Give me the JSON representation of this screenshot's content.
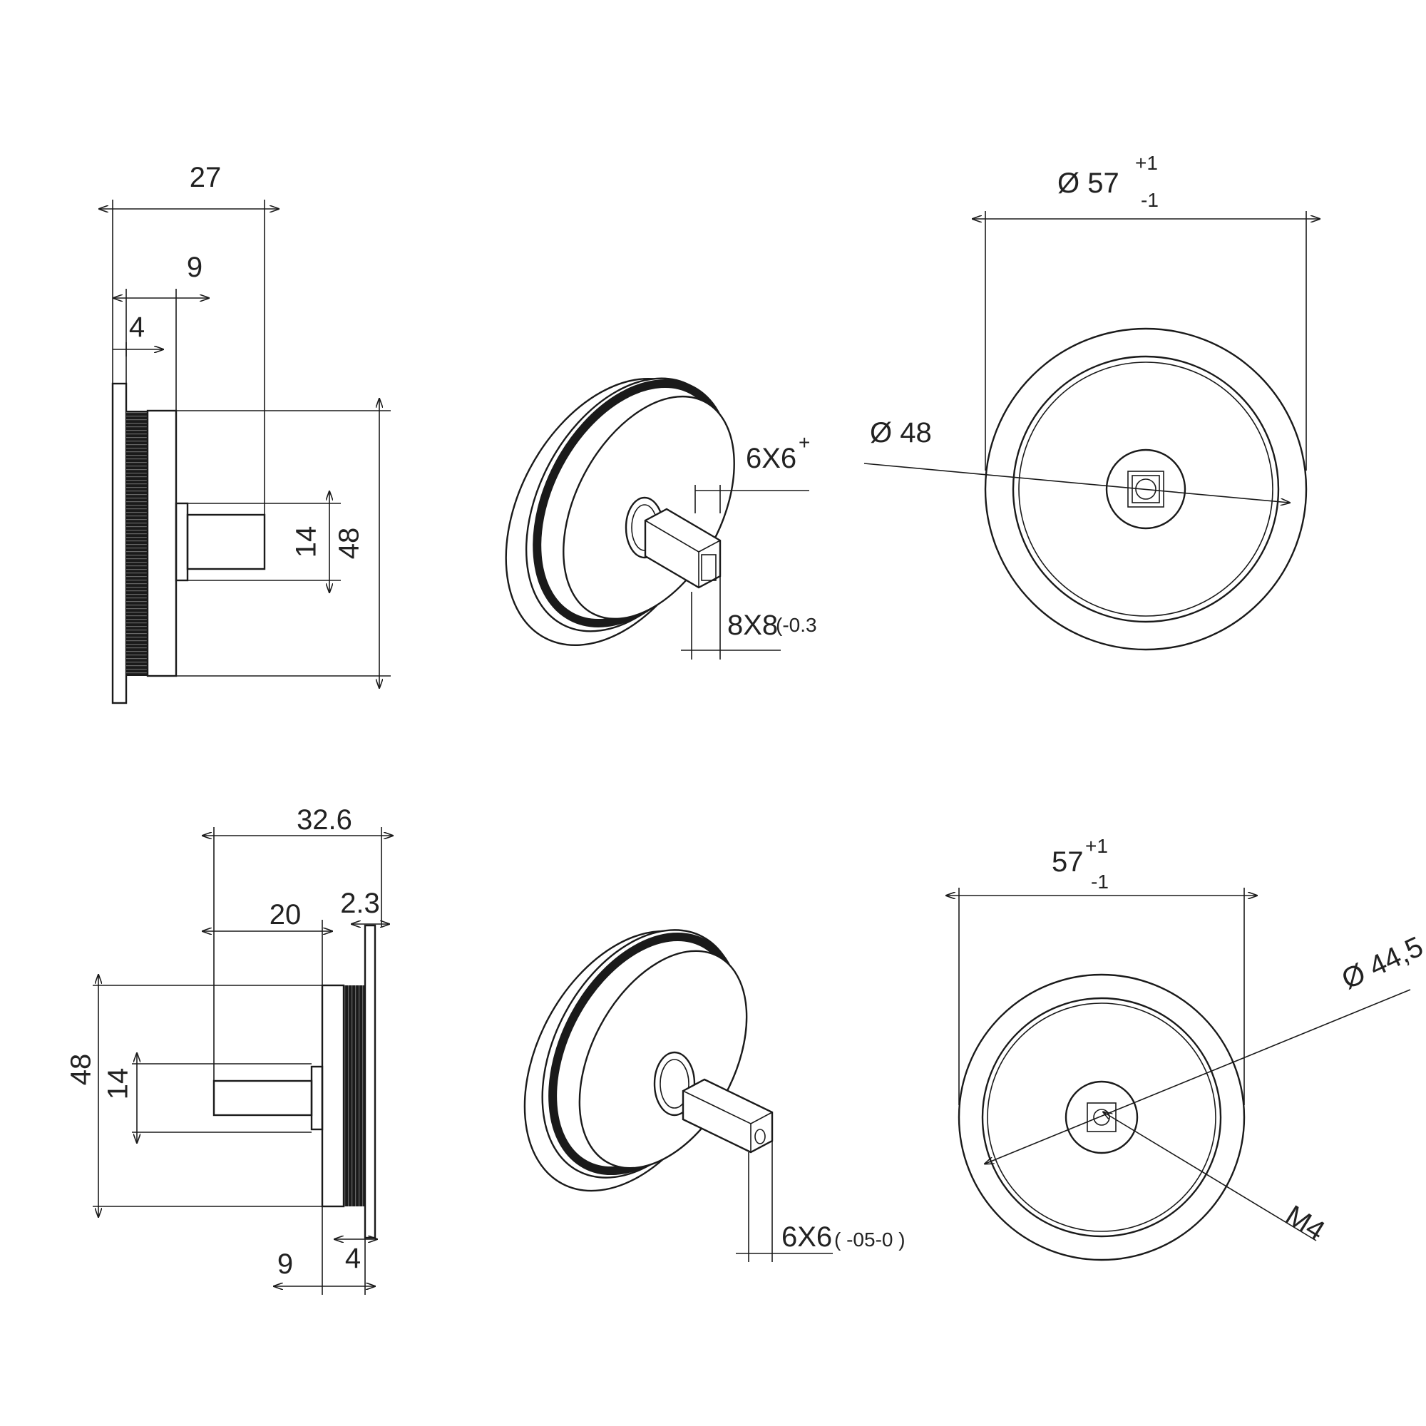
{
  "views": {
    "top_side": {
      "dim_27": "27",
      "dim_9": "9",
      "dim_4": "4",
      "dim_14": "14",
      "dim_48": "48"
    },
    "top_iso": {
      "dim_6x6": "6X6",
      "dim_6x6_tol": "+",
      "dim_8x8": "8X8",
      "dim_8x8_tol": "(-0.3"
    },
    "top_front": {
      "dia_57": "Ø 57",
      "dia_57_tol_plus": "+1",
      "dia_57_tol_minus": "-1",
      "dia_48": "Ø 48"
    },
    "bottom_side": {
      "dim_32_6": "32.6",
      "dim_20": "20",
      "dim_2_3": "2.3",
      "dim_48": "48",
      "dim_14": "14",
      "dim_9": "9",
      "dim_4": "4"
    },
    "bottom_iso": {
      "dim_6x6": "6X6",
      "dim_6x6_tol": "( -05-0 )"
    },
    "bottom_front": {
      "dim_57": "57",
      "dim_57_tol_plus": "+1",
      "dim_57_tol_minus": "-1",
      "dia_44_5": "Ø 44,5",
      "thread_m4": "M4"
    }
  }
}
